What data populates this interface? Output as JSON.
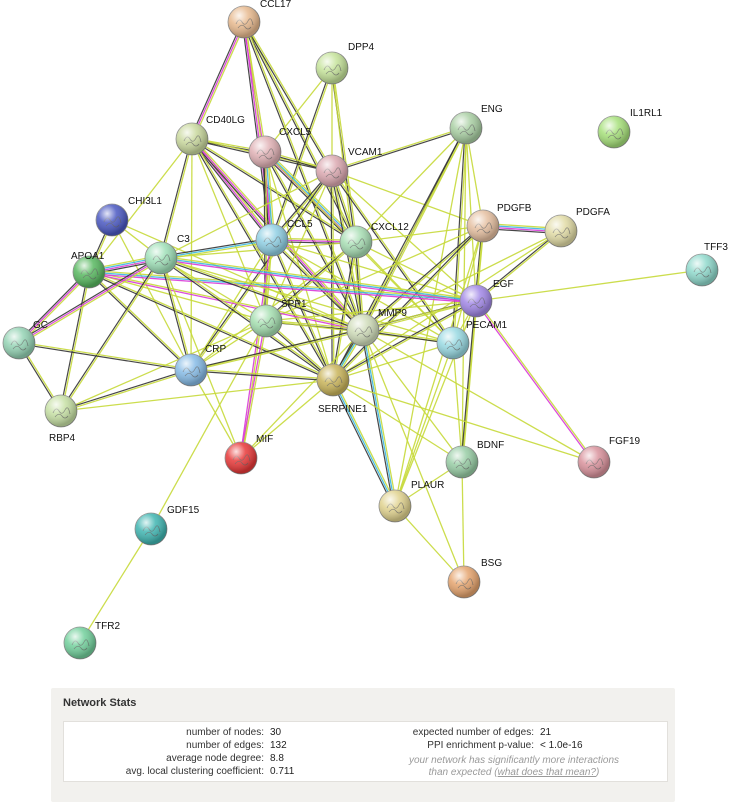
{
  "nodes": [
    {
      "id": "CCL17",
      "label": "CCL17",
      "color": "#e7b98e"
    },
    {
      "id": "DPP4",
      "label": "DPP4",
      "color": "#c5e39a"
    },
    {
      "id": "IL1RL1",
      "label": "IL1RL1",
      "color": "#a6e07a"
    },
    {
      "id": "CD40LG",
      "label": "CD40LG",
      "color": "#c9d89d"
    },
    {
      "id": "CXCL5",
      "label": "CXCL5",
      "color": "#e0b1b5"
    },
    {
      "id": "VCAM1",
      "label": "VCAM1",
      "color": "#dba8b0"
    },
    {
      "id": "ENG",
      "label": "ENG",
      "color": "#a9cfa3"
    },
    {
      "id": "CHI3L1",
      "label": "CHI3L1",
      "color": "#4a58c2"
    },
    {
      "id": "CCL5",
      "label": "CCL5",
      "color": "#8fcfe3"
    },
    {
      "id": "CXCL12",
      "label": "CXCL12",
      "color": "#a8deb4"
    },
    {
      "id": "PDGFB",
      "label": "PDGFB",
      "color": "#e5bfa0"
    },
    {
      "id": "PDGFA",
      "label": "PDGFA",
      "color": "#e1dba5"
    },
    {
      "id": "TFF3",
      "label": "TFF3",
      "color": "#8fd9cc"
    },
    {
      "id": "APOA1",
      "label": "APOA1",
      "color": "#58b860"
    },
    {
      "id": "C3",
      "label": "C3",
      "color": "#9fe0b8"
    },
    {
      "id": "EGF",
      "label": "EGF",
      "color": "#a187e6"
    },
    {
      "id": "SPP1",
      "label": "SPP1",
      "color": "#a5dfb0"
    },
    {
      "id": "MMP9",
      "label": "MMP9",
      "color": "#cfdcb9"
    },
    {
      "id": "PECAM1",
      "label": "PECAM1",
      "color": "#98d9e2"
    },
    {
      "id": "GC",
      "label": "GC",
      "color": "#94d3b4"
    },
    {
      "id": "CRP",
      "label": "CRP",
      "color": "#86bbe6"
    },
    {
      "id": "SERPINE1",
      "label": "SERPINE1",
      "color": "#c9b45a"
    },
    {
      "id": "RBP4",
      "label": "RBP4",
      "color": "#c6e0a4"
    },
    {
      "id": "MIF",
      "label": "MIF",
      "color": "#e83838"
    },
    {
      "id": "BDNF",
      "label": "BDNF",
      "color": "#98cda5"
    },
    {
      "id": "FGF19",
      "label": "FGF19",
      "color": "#d9929c"
    },
    {
      "id": "PLAUR",
      "label": "PLAUR",
      "color": "#e0d28e"
    },
    {
      "id": "GDF15",
      "label": "GDF15",
      "color": "#3fb5b1"
    },
    {
      "id": "BSG",
      "label": "BSG",
      "color": "#e5a46e"
    },
    {
      "id": "TFR2",
      "label": "TFR2",
      "color": "#72d09c"
    }
  ],
  "edges": [
    {
      "a": "CCL17",
      "b": "CD40LG",
      "colors": [
        "#c6d93a",
        "#d83ad8",
        "#333333"
      ]
    },
    {
      "a": "CCL17",
      "b": "CXCL5",
      "colors": [
        "#c6d93a",
        "#d83ad8"
      ]
    },
    {
      "a": "CCL17",
      "b": "CCL5",
      "colors": [
        "#c6d93a",
        "#d83ad8",
        "#333333"
      ]
    },
    {
      "a": "CCL17",
      "b": "CXCL12",
      "colors": [
        "#c6d93a",
        "#333333"
      ]
    },
    {
      "a": "CCL17",
      "b": "VCAM1",
      "colors": [
        "#c6d93a",
        "#333333"
      ]
    },
    {
      "a": "CCL17",
      "b": "MMP9",
      "colors": [
        "#c6d93a",
        "#333333"
      ]
    },
    {
      "a": "DPP4",
      "b": "CXCL5",
      "colors": [
        "#c6d93a"
      ]
    },
    {
      "a": "DPP4",
      "b": "CCL5",
      "colors": [
        "#c6d93a",
        "#333333"
      ]
    },
    {
      "a": "DPP4",
      "b": "CXCL12",
      "colors": [
        "#c6d93a",
        "#333333"
      ]
    },
    {
      "a": "DPP4",
      "b": "VCAM1",
      "colors": [
        "#c6d93a"
      ]
    },
    {
      "a": "DPP4",
      "b": "MMP9",
      "colors": [
        "#c6d93a"
      ]
    },
    {
      "a": "CD40LG",
      "b": "CXCL5",
      "colors": [
        "#c6d93a",
        "#333333"
      ]
    },
    {
      "a": "CD40LG",
      "b": "VCAM1",
      "colors": [
        "#c6d93a",
        "#333333"
      ]
    },
    {
      "a": "CD40LG",
      "b": "CCL5",
      "colors": [
        "#c6d93a",
        "#d83ad8",
        "#333333"
      ]
    },
    {
      "a": "CD40LG",
      "b": "CXCL12",
      "colors": [
        "#c6d93a",
        "#333333"
      ]
    },
    {
      "a": "CD40LG",
      "b": "C3",
      "colors": [
        "#c6d93a",
        "#333333"
      ]
    },
    {
      "a": "CD40LG",
      "b": "SPP1",
      "colors": [
        "#c6d93a"
      ]
    },
    {
      "a": "CD40LG",
      "b": "MMP9",
      "colors": [
        "#c6d93a",
        "#d83ad8",
        "#333333"
      ]
    },
    {
      "a": "CD40LG",
      "b": "SERPINE1",
      "colors": [
        "#c6d93a",
        "#333333"
      ]
    },
    {
      "a": "CD40LG",
      "b": "CRP",
      "colors": [
        "#c6d93a"
      ]
    },
    {
      "a": "CD40LG",
      "b": "APOA1",
      "colors": [
        "#c6d93a"
      ]
    },
    {
      "a": "CXCL5",
      "b": "VCAM1",
      "colors": [
        "#c6d93a",
        "#333333"
      ]
    },
    {
      "a": "CXCL5",
      "b": "CCL5",
      "colors": [
        "#c6d93a",
        "#3ab7e0",
        "#d83ad8",
        "#333333"
      ]
    },
    {
      "a": "CXCL5",
      "b": "CXCL12",
      "colors": [
        "#c6d93a",
        "#3ab7e0",
        "#d83ad8",
        "#333333"
      ]
    },
    {
      "a": "CXCL5",
      "b": "MMP9",
      "colors": [
        "#c6d93a",
        "#333333"
      ]
    },
    {
      "a": "CXCL5",
      "b": "SERPINE1",
      "colors": [
        "#c6d93a"
      ]
    },
    {
      "a": "CXCL5",
      "b": "SPP1",
      "colors": [
        "#c6d93a",
        "#333333"
      ]
    },
    {
      "a": "CXCL5",
      "b": "PECAM1",
      "colors": [
        "#c6d93a"
      ]
    },
    {
      "a": "VCAM1",
      "b": "ENG",
      "colors": [
        "#c6d93a",
        "#333333"
      ]
    },
    {
      "a": "VCAM1",
      "b": "CCL5",
      "colors": [
        "#c6d93a",
        "#333333"
      ]
    },
    {
      "a": "VCAM1",
      "b": "CXCL12",
      "colors": [
        "#c6d93a",
        "#333333"
      ]
    },
    {
      "a": "VCAM1",
      "b": "PECAM1",
      "colors": [
        "#c6d93a",
        "#333333"
      ]
    },
    {
      "a": "VCAM1",
      "b": "MMP9",
      "colors": [
        "#c6d93a",
        "#333333"
      ]
    },
    {
      "a": "VCAM1",
      "b": "SERPINE1",
      "colors": [
        "#c6d93a",
        "#333333"
      ]
    },
    {
      "a": "VCAM1",
      "b": "SPP1",
      "colors": [
        "#c6d93a"
      ]
    },
    {
      "a": "VCAM1",
      "b": "CRP",
      "colors": [
        "#c6d93a",
        "#333333"
      ]
    },
    {
      "a": "VCAM1",
      "b": "C3",
      "colors": [
        "#c6d93a"
      ]
    },
    {
      "a": "VCAM1",
      "b": "EGF",
      "colors": [
        "#c6d93a"
      ]
    },
    {
      "a": "VCAM1",
      "b": "PDGFB",
      "colors": [
        "#c6d93a"
      ]
    },
    {
      "a": "ENG",
      "b": "MMP9",
      "colors": [
        "#c6d93a",
        "#333333"
      ]
    },
    {
      "a": "ENG",
      "b": "SERPINE1",
      "colors": [
        "#c6d93a",
        "#333333"
      ]
    },
    {
      "a": "ENG",
      "b": "PECAM1",
      "colors": [
        "#c6d93a",
        "#333333"
      ]
    },
    {
      "a": "ENG",
      "b": "BDNF",
      "colors": [
        "#c6d93a"
      ]
    },
    {
      "a": "ENG",
      "b": "PDGFB",
      "colors": [
        "#c6d93a"
      ]
    },
    {
      "a": "ENG",
      "b": "EGF",
      "colors": [
        "#c6d93a"
      ]
    },
    {
      "a": "ENG",
      "b": "CXCL12",
      "colors": [
        "#c6d93a"
      ]
    },
    {
      "a": "ENG",
      "b": "PLAUR",
      "colors": [
        "#c6d93a"
      ]
    },
    {
      "a": "CHI3L1",
      "b": "C3",
      "colors": [
        "#c6d93a"
      ]
    },
    {
      "a": "CHI3L1",
      "b": "APOA1",
      "colors": [
        "#c6d93a",
        "#333333"
      ]
    },
    {
      "a": "CHI3L1",
      "b": "CRP",
      "colors": [
        "#c6d93a"
      ]
    },
    {
      "a": "CHI3L1",
      "b": "MMP9",
      "colors": [
        "#c6d93a"
      ]
    },
    {
      "a": "CCL5",
      "b": "CXCL12",
      "colors": [
        "#c6d93a",
        "#d83ad8",
        "#333333"
      ]
    },
    {
      "a": "CCL5",
      "b": "C3",
      "colors": [
        "#c6d93a",
        "#3ab7e0",
        "#333333"
      ]
    },
    {
      "a": "CCL5",
      "b": "SPP1",
      "colors": [
        "#c6d93a"
      ]
    },
    {
      "a": "CCL5",
      "b": "MMP9",
      "colors": [
        "#c6d93a",
        "#333333"
      ]
    },
    {
      "a": "CCL5",
      "b": "SERPINE1",
      "colors": [
        "#c6d93a",
        "#333333"
      ]
    },
    {
      "a": "CCL5",
      "b": "CRP",
      "colors": [
        "#c6d93a"
      ]
    },
    {
      "a": "CCL5",
      "b": "MIF",
      "colors": [
        "#c6d93a",
        "#d83ad8"
      ]
    },
    {
      "a": "CCL5",
      "b": "EGF",
      "colors": [
        "#c6d93a"
      ]
    },
    {
      "a": "CCL5",
      "b": "PECAM1",
      "colors": [
        "#c6d93a"
      ]
    },
    {
      "a": "CXCL12",
      "b": "MMP9",
      "colors": [
        "#c6d93a",
        "#333333"
      ]
    },
    {
      "a": "CXCL12",
      "b": "SPP1",
      "colors": [
        "#c6d93a",
        "#333333"
      ]
    },
    {
      "a": "CXCL12",
      "b": "SERPINE1",
      "colors": [
        "#c6d93a",
        "#333333"
      ]
    },
    {
      "a": "CXCL12",
      "b": "PDGFB",
      "colors": [
        "#c6d93a"
      ]
    },
    {
      "a": "CXCL12",
      "b": "EGF",
      "colors": [
        "#c6d93a"
      ]
    },
    {
      "a": "CXCL12",
      "b": "PECAM1",
      "colors": [
        "#c6d93a"
      ]
    },
    {
      "a": "CXCL12",
      "b": "C3",
      "colors": [
        "#c6d93a"
      ]
    },
    {
      "a": "CXCL12",
      "b": "CRP",
      "colors": [
        "#c6d93a"
      ]
    },
    {
      "a": "PDGFB",
      "b": "PDGFA",
      "colors": [
        "#c6d93a",
        "#3ab7e0",
        "#d83ad8",
        "#333333"
      ]
    },
    {
      "a": "PDGFB",
      "b": "EGF",
      "colors": [
        "#c6d93a",
        "#333333"
      ]
    },
    {
      "a": "PDGFB",
      "b": "MMP9",
      "colors": [
        "#c6d93a",
        "#333333"
      ]
    },
    {
      "a": "PDGFB",
      "b": "SERPINE1",
      "colors": [
        "#c6d93a",
        "#333333"
      ]
    },
    {
      "a": "PDGFB",
      "b": "PECAM1",
      "colors": [
        "#c6d93a"
      ]
    },
    {
      "a": "PDGFB",
      "b": "SPP1",
      "colors": [
        "#c6d93a"
      ]
    },
    {
      "a": "PDGFB",
      "b": "BDNF",
      "colors": [
        "#c6d93a"
      ]
    },
    {
      "a": "PDGFB",
      "b": "PLAUR",
      "colors": [
        "#c6d93a"
      ]
    },
    {
      "a": "PDGFA",
      "b": "EGF",
      "colors": [
        "#c6d93a",
        "#333333"
      ]
    },
    {
      "a": "PDGFA",
      "b": "MMP9",
      "colors": [
        "#c6d93a"
      ]
    },
    {
      "a": "PDGFA",
      "b": "SERPINE1",
      "colors": [
        "#c6d93a"
      ]
    },
    {
      "a": "TFF3",
      "b": "EGF",
      "colors": [
        "#c6d93a"
      ]
    },
    {
      "a": "APOA1",
      "b": "C3",
      "colors": [
        "#c6d93a",
        "#3ab7e0",
        "#d83ad8",
        "#333333"
      ]
    },
    {
      "a": "APOA1",
      "b": "GC",
      "colors": [
        "#c6d93a",
        "#d83ad8",
        "#333333"
      ]
    },
    {
      "a": "APOA1",
      "b": "CRP",
      "colors": [
        "#c6d93a",
        "#333333"
      ]
    },
    {
      "a": "APOA1",
      "b": "RBP4",
      "colors": [
        "#c6d93a",
        "#333333"
      ]
    },
    {
      "a": "APOA1",
      "b": "SPP1",
      "colors": [
        "#c6d93a"
      ]
    },
    {
      "a": "APOA1",
      "b": "MMP9",
      "colors": [
        "#c6d93a",
        "#d83ad8"
      ]
    },
    {
      "a": "APOA1",
      "b": "SERPINE1",
      "colors": [
        "#c6d93a",
        "#333333"
      ]
    },
    {
      "a": "APOA1",
      "b": "EGF",
      "colors": [
        "#c6d93a",
        "#3ab7e0",
        "#d83ad8"
      ]
    },
    {
      "a": "C3",
      "b": "GC",
      "colors": [
        "#c6d93a",
        "#d83ad8",
        "#333333"
      ]
    },
    {
      "a": "C3",
      "b": "CRP",
      "colors": [
        "#c6d93a",
        "#333333"
      ]
    },
    {
      "a": "C3",
      "b": "RBP4",
      "colors": [
        "#c6d93a",
        "#333333"
      ]
    },
    {
      "a": "C3",
      "b": "SPP1",
      "colors": [
        "#c6d93a"
      ]
    },
    {
      "a": "C3",
      "b": "MMP9",
      "colors": [
        "#c6d93a",
        "#333333"
      ]
    },
    {
      "a": "C3",
      "b": "SERPINE1",
      "colors": [
        "#c6d93a",
        "#333333"
      ]
    },
    {
      "a": "C3",
      "b": "EGF",
      "colors": [
        "#c6d93a",
        "#3ab7e0",
        "#d83ad8"
      ]
    },
    {
      "a": "C3",
      "b": "PECAM1",
      "colors": [
        "#c6d93a"
      ]
    },
    {
      "a": "C3",
      "b": "MIF",
      "colors": [
        "#c6d93a"
      ]
    },
    {
      "a": "EGF",
      "b": "MMP9",
      "colors": [
        "#c6d93a",
        "#333333"
      ]
    },
    {
      "a": "EGF",
      "b": "SERPINE1",
      "colors": [
        "#c6d93a",
        "#333333"
      ]
    },
    {
      "a": "EGF",
      "b": "SPP1",
      "colors": [
        "#c6d93a"
      ]
    },
    {
      "a": "EGF",
      "b": "PECAM1",
      "colors": [
        "#c6d93a"
      ]
    },
    {
      "a": "EGF",
      "b": "BDNF",
      "colors": [
        "#c6d93a",
        "#333333"
      ]
    },
    {
      "a": "EGF",
      "b": "FGF19",
      "colors": [
        "#c6d93a",
        "#d83ad8"
      ]
    },
    {
      "a": "EGF",
      "b": "PLAUR",
      "colors": [
        "#c6d93a"
      ]
    },
    {
      "a": "EGF",
      "b": "CRP",
      "colors": [
        "#c6d93a"
      ]
    },
    {
      "a": "SPP1",
      "b": "MMP9",
      "colors": [
        "#c6d93a",
        "#333333"
      ]
    },
    {
      "a": "SPP1",
      "b": "SERPINE1",
      "colors": [
        "#c6d93a",
        "#333333"
      ]
    },
    {
      "a": "SPP1",
      "b": "CRP",
      "colors": [
        "#c6d93a"
      ]
    },
    {
      "a": "SPP1",
      "b": "PECAM1",
      "colors": [
        "#c6d93a"
      ]
    },
    {
      "a": "SPP1",
      "b": "MIF",
      "colors": [
        "#c6d93a",
        "#d83ad8"
      ]
    },
    {
      "a": "SPP1",
      "b": "GDF15",
      "colors": [
        "#c6d93a"
      ]
    },
    {
      "a": "SPP1",
      "b": "RBP4",
      "colors": [
        "#c6d93a"
      ]
    },
    {
      "a": "MMP9",
      "b": "SERPINE1",
      "colors": [
        "#c6d93a",
        "#3ab7e0",
        "#333333"
      ]
    },
    {
      "a": "MMP9",
      "b": "PECAM1",
      "colors": [
        "#c6d93a",
        "#333333"
      ]
    },
    {
      "a": "MMP9",
      "b": "CRP",
      "colors": [
        "#c6d93a",
        "#333333"
      ]
    },
    {
      "a": "MMP9",
      "b": "BDNF",
      "colors": [
        "#c6d93a"
      ]
    },
    {
      "a": "MMP9",
      "b": "PLAUR",
      "colors": [
        "#c6d93a",
        "#3ab7e0",
        "#333333"
      ]
    },
    {
      "a": "MMP9",
      "b": "FGF19",
      "colors": [
        "#c6d93a"
      ]
    },
    {
      "a": "MMP9",
      "b": "MIF",
      "colors": [
        "#c6d93a"
      ]
    },
    {
      "a": "MMP9",
      "b": "BSG",
      "colors": [
        "#c6d93a"
      ]
    },
    {
      "a": "PECAM1",
      "b": "SERPINE1",
      "colors": [
        "#c6d93a"
      ]
    },
    {
      "a": "PECAM1",
      "b": "PLAUR",
      "colors": [
        "#c6d93a"
      ]
    },
    {
      "a": "PECAM1",
      "b": "BDNF",
      "colors": [
        "#c6d93a"
      ]
    },
    {
      "a": "GC",
      "b": "CRP",
      "colors": [
        "#c6d93a",
        "#333333"
      ]
    },
    {
      "a": "GC",
      "b": "RBP4",
      "colors": [
        "#c6d93a",
        "#333333"
      ]
    },
    {
      "a": "CRP",
      "b": "RBP4",
      "colors": [
        "#c6d93a",
        "#333333"
      ]
    },
    {
      "a": "CRP",
      "b": "SERPINE1",
      "colors": [
        "#c6d93a",
        "#333333"
      ]
    },
    {
      "a": "CRP",
      "b": "MIF",
      "colors": [
        "#c6d93a"
      ]
    },
    {
      "a": "SERPINE1",
      "b": "PLAUR",
      "colors": [
        "#c6d93a",
        "#3ab7e0",
        "#333333"
      ]
    },
    {
      "a": "SERPINE1",
      "b": "RBP4",
      "colors": [
        "#c6d93a"
      ]
    },
    {
      "a": "SERPINE1",
      "b": "BDNF",
      "colors": [
        "#c6d93a"
      ]
    },
    {
      "a": "SERPINE1",
      "b": "FGF19",
      "colors": [
        "#c6d93a"
      ]
    },
    {
      "a": "SERPINE1",
      "b": "MIF",
      "colors": [
        "#c6d93a"
      ]
    },
    {
      "a": "PLAUR",
      "b": "BSG",
      "colors": [
        "#c6d93a"
      ]
    },
    {
      "a": "BDNF",
      "b": "BSG",
      "colors": [
        "#c6d93a"
      ]
    },
    {
      "a": "BDNF",
      "b": "PLAUR",
      "colors": [
        "#c6d93a"
      ]
    },
    {
      "a": "GDF15",
      "b": "TFR2",
      "colors": [
        "#c6d93a"
      ]
    }
  ],
  "stats": {
    "title": "Network Stats",
    "nodes_label": "number of nodes:",
    "nodes_value": "30",
    "edges_label": "number of edges:",
    "edges_value": "132",
    "degree_label": "average node degree:",
    "degree_value": "8.8",
    "clustering_label": "avg. local clustering coefficient:",
    "clustering_value": "0.711",
    "expected_label": "expected number of edges:",
    "expected_value": "21",
    "pvalue_label": "PPI enrichment p-value:",
    "pvalue_value": "< 1.0e-16",
    "note_line1": "your network has significantly more interactions",
    "note_line2_prefix": "than expected (",
    "note_link": "what does that mean?",
    "note_line2_suffix": ")"
  }
}
